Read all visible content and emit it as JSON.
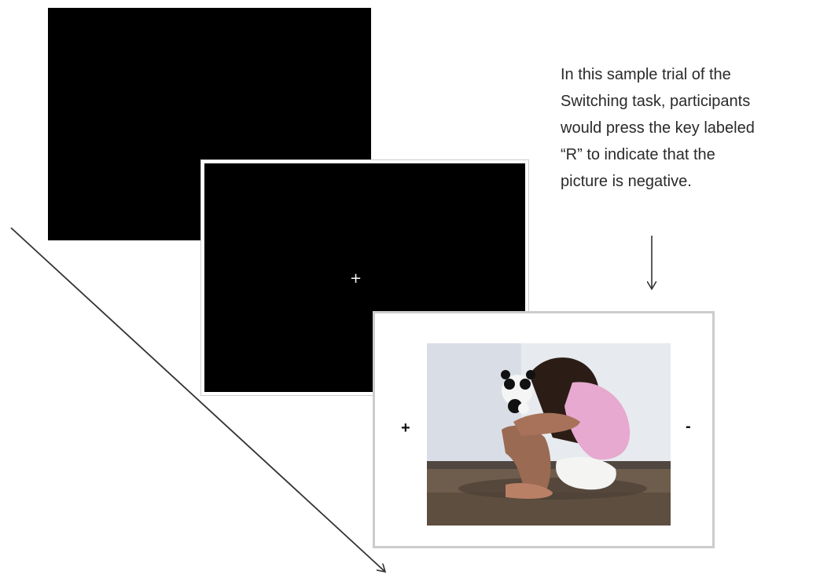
{
  "caption": {
    "lines": [
      "In this sample trial of the",
      "Switching task, participants",
      "would press the key labeled",
      "“R” to indicate that the",
      "picture is negative."
    ]
  },
  "fixation_screen": {
    "symbol": "+"
  },
  "stimulus_screen": {
    "left_label": "+",
    "right_label": "-",
    "photo_description_icon": "photo-girl-crouching-icon"
  },
  "colors": {
    "screen_background": "#000000",
    "page_background": "#ffffff",
    "arrow": "#333333"
  }
}
